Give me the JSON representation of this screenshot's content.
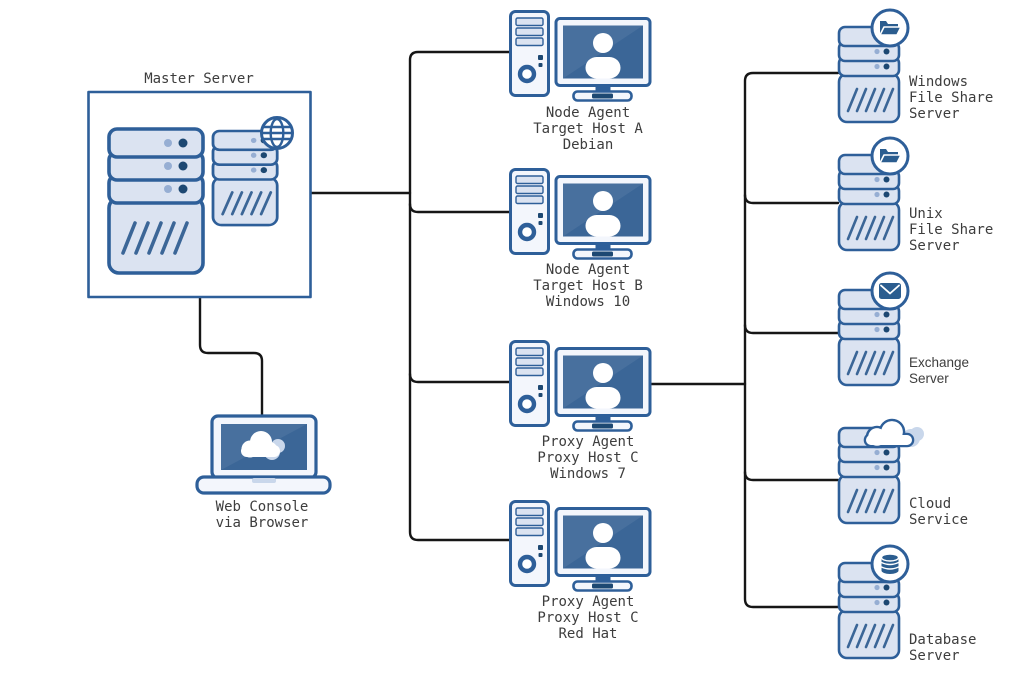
{
  "master": {
    "label": "Master Server"
  },
  "console": {
    "label": [
      "Web Console",
      "via Browser"
    ]
  },
  "agents": [
    {
      "id": "node-agent-a",
      "label": [
        "Node Agent",
        "Target Host A",
        "Debian"
      ]
    },
    {
      "id": "node-agent-b",
      "label": [
        "Node Agent",
        "Target Host B",
        "Windows 10"
      ]
    },
    {
      "id": "proxy-agent-c-windows",
      "label": [
        "Proxy Agent",
        "Proxy Host C",
        "Windows 7"
      ]
    },
    {
      "id": "proxy-agent-c-redhat",
      "label": [
        "Proxy Agent",
        "Proxy Host C",
        "Red Hat"
      ]
    }
  ],
  "servers": [
    {
      "id": "windows-file-share",
      "icon": "folder-icon",
      "label": [
        "Windows",
        "File Share",
        "Server"
      ]
    },
    {
      "id": "unix-file-share",
      "icon": "folder-icon",
      "label": [
        "Unix",
        "File Share",
        "Server"
      ]
    },
    {
      "id": "exchange",
      "icon": "mail-icon",
      "label": [
        "Exchange",
        "Server"
      ]
    },
    {
      "id": "cloud-service",
      "icon": "cloud-icon",
      "label": [
        "Cloud",
        "Service"
      ]
    },
    {
      "id": "database",
      "icon": "database-icon",
      "label": [
        "Database",
        "Server"
      ]
    }
  ],
  "connections": [
    "master-server -> agents-trunk",
    "master-server -> web-console",
    "agents-trunk -> node-agent-a",
    "agents-trunk -> node-agent-b",
    "agents-trunk -> proxy-agent-c-windows",
    "agents-trunk -> proxy-agent-c-redhat",
    "proxy-agent-c-windows -> servers-trunk",
    "servers-trunk -> windows-file-share",
    "servers-trunk -> unix-file-share",
    "servers-trunk -> exchange",
    "servers-trunk -> cloud-service",
    "servers-trunk -> database"
  ],
  "colors": {
    "stroke": "#2e5f99",
    "fill_light": "#dbe3f1",
    "fill_pale": "#f3f6fc",
    "screen": "#3b6697",
    "glyph": "#2b5d8f",
    "dot_dark": "#1d4872",
    "dot_light": "#96aed3",
    "echo": "#c9d7eb",
    "line": "#161616",
    "text": "#3d3d3d"
  }
}
